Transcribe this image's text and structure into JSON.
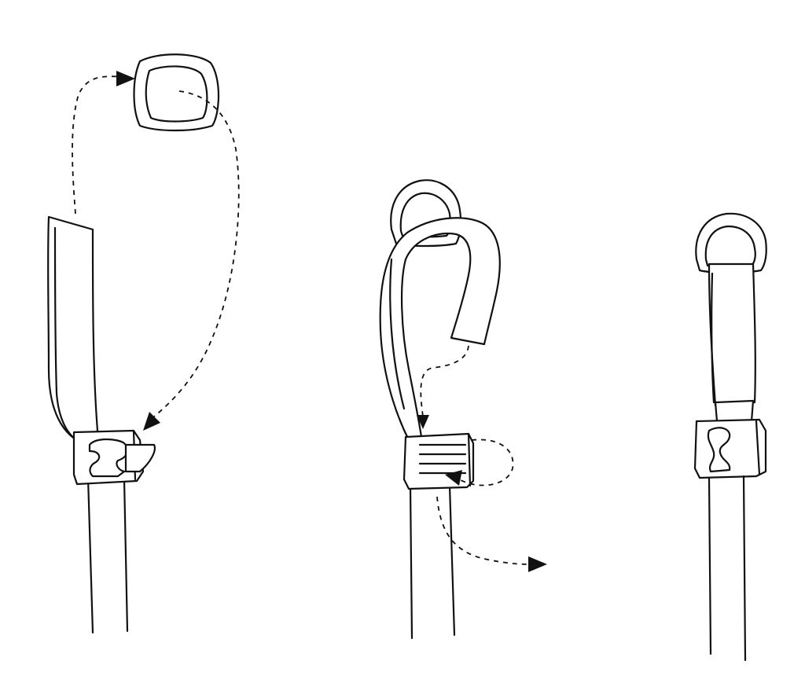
{
  "figure": {
    "steps": [
      {
        "id": "step-1",
        "description_visible": false
      },
      {
        "id": "step-2",
        "description_visible": false
      },
      {
        "id": "step-3",
        "description_visible": false
      }
    ],
    "line_color": "#111111",
    "background": "#ffffff"
  }
}
